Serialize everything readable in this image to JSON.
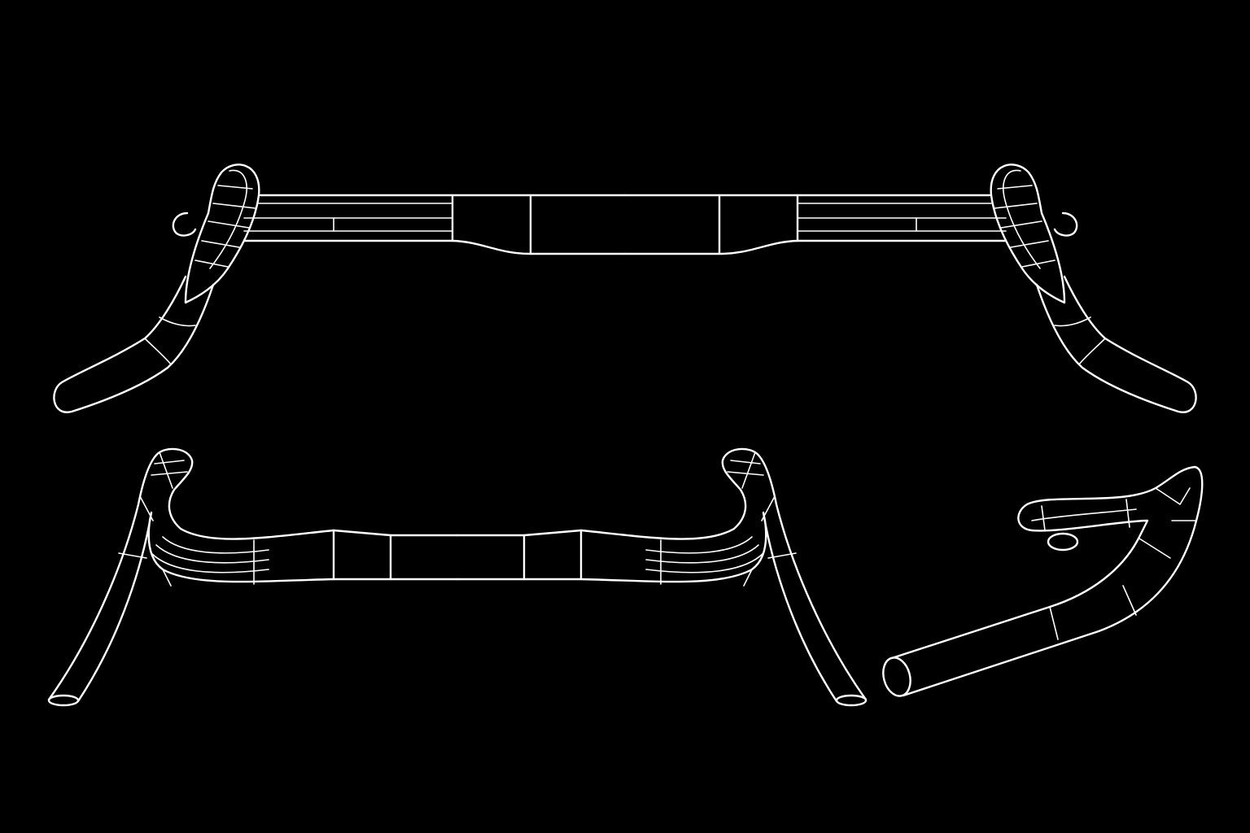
{
  "colors": {
    "background": "#000000",
    "line": "#ffffff"
  },
  "views": [
    {
      "name": "top-view-handlebar"
    },
    {
      "name": "front-view-handlebar"
    },
    {
      "name": "side-view-handlebar"
    }
  ]
}
